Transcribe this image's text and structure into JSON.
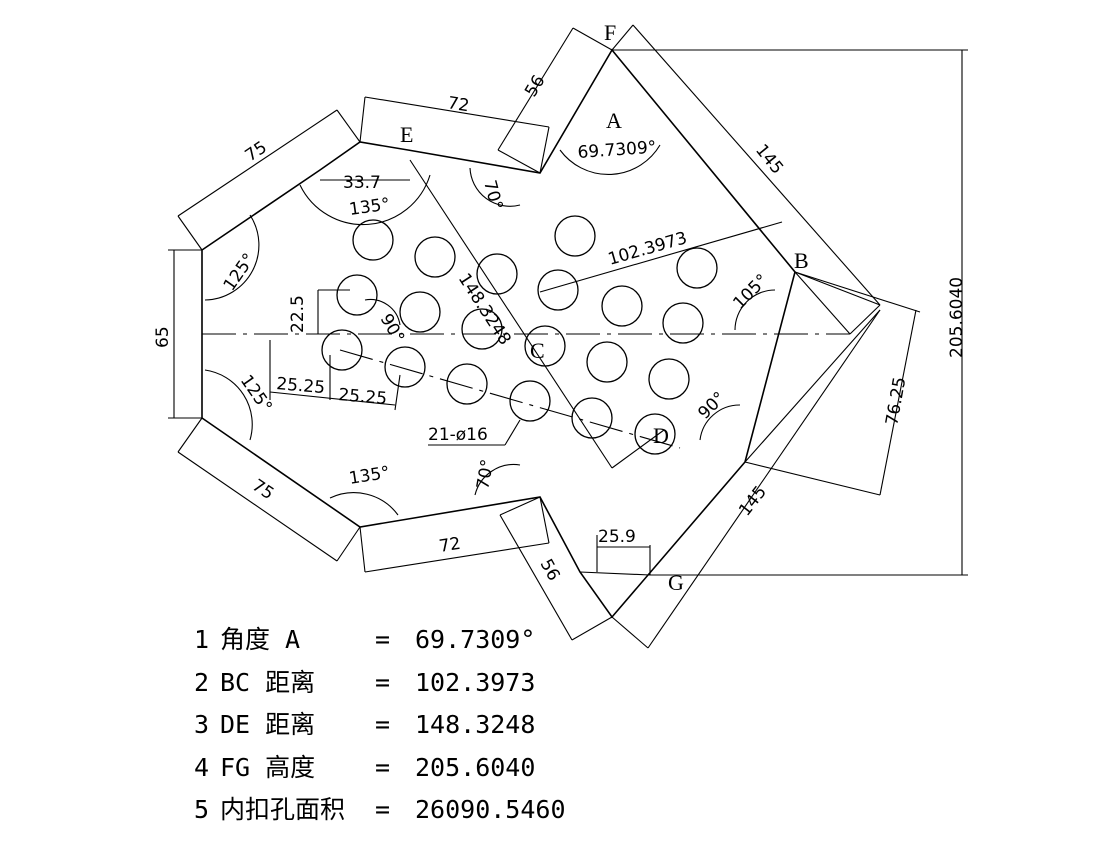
{
  "points": {
    "A": "A",
    "B": "B",
    "C": "C",
    "D": "D",
    "E": "E",
    "F": "F",
    "G": "G"
  },
  "dims": {
    "top_75": "75",
    "top_72": "72",
    "top_56": "56",
    "bot_75": "75",
    "bot_72": "72",
    "bot_56": "56",
    "left_65": "65",
    "right_145_top": "145",
    "right_145_bot": "145",
    "fg_height": "205.6040",
    "bc_76_25": "76.25",
    "bc": "102.3973",
    "de": "148.3248",
    "ang_a": "69.7309°",
    "d_33_7": "33.7",
    "d_22_5": "22.5",
    "d_25_25_a": "25.25",
    "d_25_25_b": "25.25",
    "d_25_9": "25.9",
    "holes": "21-ø16",
    "a125_top": "125°",
    "a125_bot": "125°",
    "a135_top": "135°",
    "a135_bot": "135°",
    "a70_top": "70°",
    "a70_bot": "70°",
    "a105": "105°",
    "a90_left": "90°",
    "a90_right": "90°"
  },
  "results": [
    {
      "num": "1",
      "label": "角度 A",
      "eq": "=",
      "value": "69.7309°"
    },
    {
      "num": "2",
      "label": "BC 距离",
      "eq": "=",
      "value": "102.3973"
    },
    {
      "num": "3",
      "label": "DE 距离",
      "eq": "=",
      "value": "148.3248"
    },
    {
      "num": "4",
      "label": "FG 高度",
      "eq": "=",
      "value": "205.6040"
    },
    {
      "num": "5",
      "label": "内扣孔面积",
      "eq": "=",
      "value": "26090.5460"
    }
  ]
}
